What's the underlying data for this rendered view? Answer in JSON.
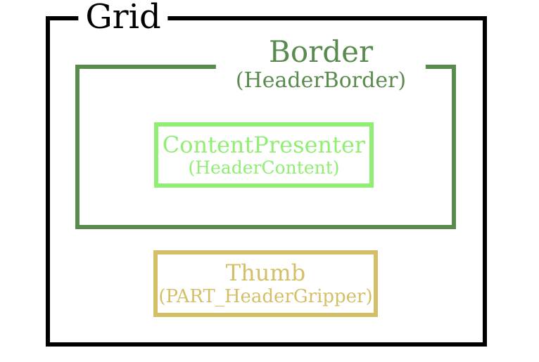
{
  "diagram": {
    "grid": {
      "label": "Grid",
      "color": "#000000"
    },
    "header_border": {
      "label": "Border",
      "sublabel": "(HeaderBorder)",
      "color": "#5a8b4e"
    },
    "header_content": {
      "label": "ContentPresenter",
      "sublabel": "(HeaderContent)",
      "color": "#90ee72"
    },
    "header_gripper": {
      "label": "Thumb",
      "sublabel": "(PART_HeaderGripper)",
      "color": "#d5bf66"
    }
  },
  "background": "#ffffff"
}
